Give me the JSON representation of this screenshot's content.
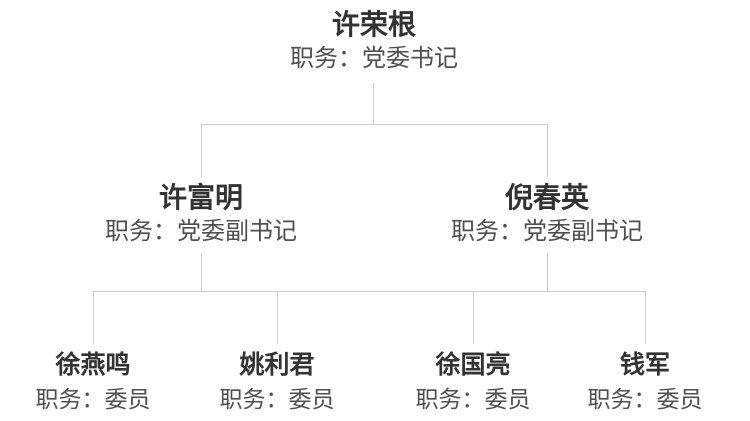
{
  "colors": {
    "background": "#ffffff",
    "connector_line": "#cccccc",
    "name_text": "#333333",
    "role_text": "#4f4f4f"
  },
  "org_chart": {
    "type": "organization-tree",
    "root": {
      "name": "许荣根",
      "role": "职务：党委书记"
    },
    "level2": [
      {
        "name": "许富明",
        "role": "职务：党委副书记"
      },
      {
        "name": "倪春英",
        "role": "职务：党委副书记"
      }
    ],
    "level3": [
      {
        "name": "徐燕鸣",
        "role": "职务：委员"
      },
      {
        "name": "姚利君",
        "role": "职务：委员"
      },
      {
        "name": "徐国亮",
        "role": "职务：委员"
      },
      {
        "name": "钱军",
        "role": "职务：委员"
      }
    ]
  }
}
